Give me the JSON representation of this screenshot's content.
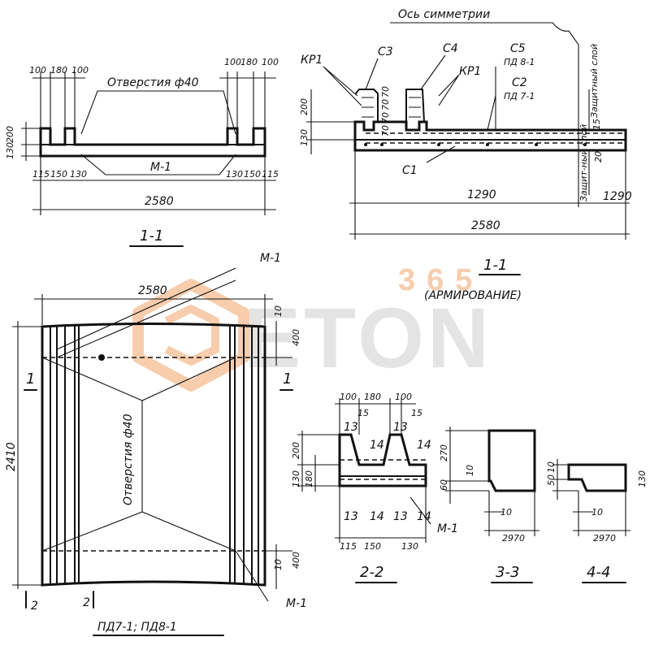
{
  "watermark": {
    "number": "365",
    "word": "ETON",
    "color": "#f2a56b"
  },
  "view_1_1": {
    "title": "1-1",
    "hole_label": "Отверстия ф40",
    "mark_m1": "М-1",
    "dims_top": [
      "100",
      "180",
      "100",
      "100",
      "180",
      "100"
    ],
    "dims_left": [
      "200",
      "130"
    ],
    "dims_bottom": [
      "115",
      "150",
      "130",
      "130",
      "150",
      "115"
    ],
    "overall": "2580"
  },
  "view_1_1_arm": {
    "title": "1-1",
    "subtitle": "(АРМИРОВАНИЕ)",
    "axis": "Ось симметрии",
    "kr1_left": "КР1",
    "kr1_right": "КР1",
    "c3": "С3",
    "c4": "С4",
    "c5": "С5",
    "pd81": "ПД 8-1",
    "c2": "С2",
    "pd71": "ПД 7-1",
    "c1": "С1",
    "protective_layer": "Защитный слой",
    "protective_layer2": "Защит-ный слой",
    "layer_15": "15",
    "layer_20": "20",
    "dims_left": [
      "200",
      "130"
    ],
    "dims_inner": [
      "70",
      "70",
      "70",
      "70"
    ],
    "half": "1290",
    "half2": "1290",
    "overall": "2580"
  },
  "plan": {
    "title": "ПД7-1; ПД8-1",
    "hole_label": "Отверстия ф40",
    "width": "2580",
    "height": "2410",
    "dim_top": "400",
    "dim_bottom": "400",
    "dim_10_top": "10",
    "dim_10_bottom": "10",
    "m1_top": "М-1",
    "m1_bottom": "М-1",
    "sec_1_left": "1",
    "sec_1_right": "1",
    "sec_2_left": "2",
    "sec_2_right": "2"
  },
  "section_2_2": {
    "title": "2-2",
    "dims_top": [
      "100",
      "180",
      "100"
    ],
    "dims_15": [
      "15",
      "15"
    ],
    "dims_left": [
      "200",
      "130",
      "180"
    ],
    "labels_top": [
      "13",
      "14",
      "13",
      "14"
    ],
    "labels_bottom": [
      "13",
      "14",
      "13",
      "14"
    ],
    "dims_bottom": [
      "115",
      "150",
      "130"
    ],
    "mark": "М-1"
  },
  "section_3_3": {
    "title": "3-3",
    "dim_v": "270",
    "dim_10": "10",
    "dim_60": "60",
    "dim_10b": "10",
    "length": "2970"
  },
  "section_4_4": {
    "title": "4-4",
    "dim_10": "10",
    "dim_50": "50",
    "dim_130": "130",
    "dim_10b": "10",
    "length": "2970"
  }
}
